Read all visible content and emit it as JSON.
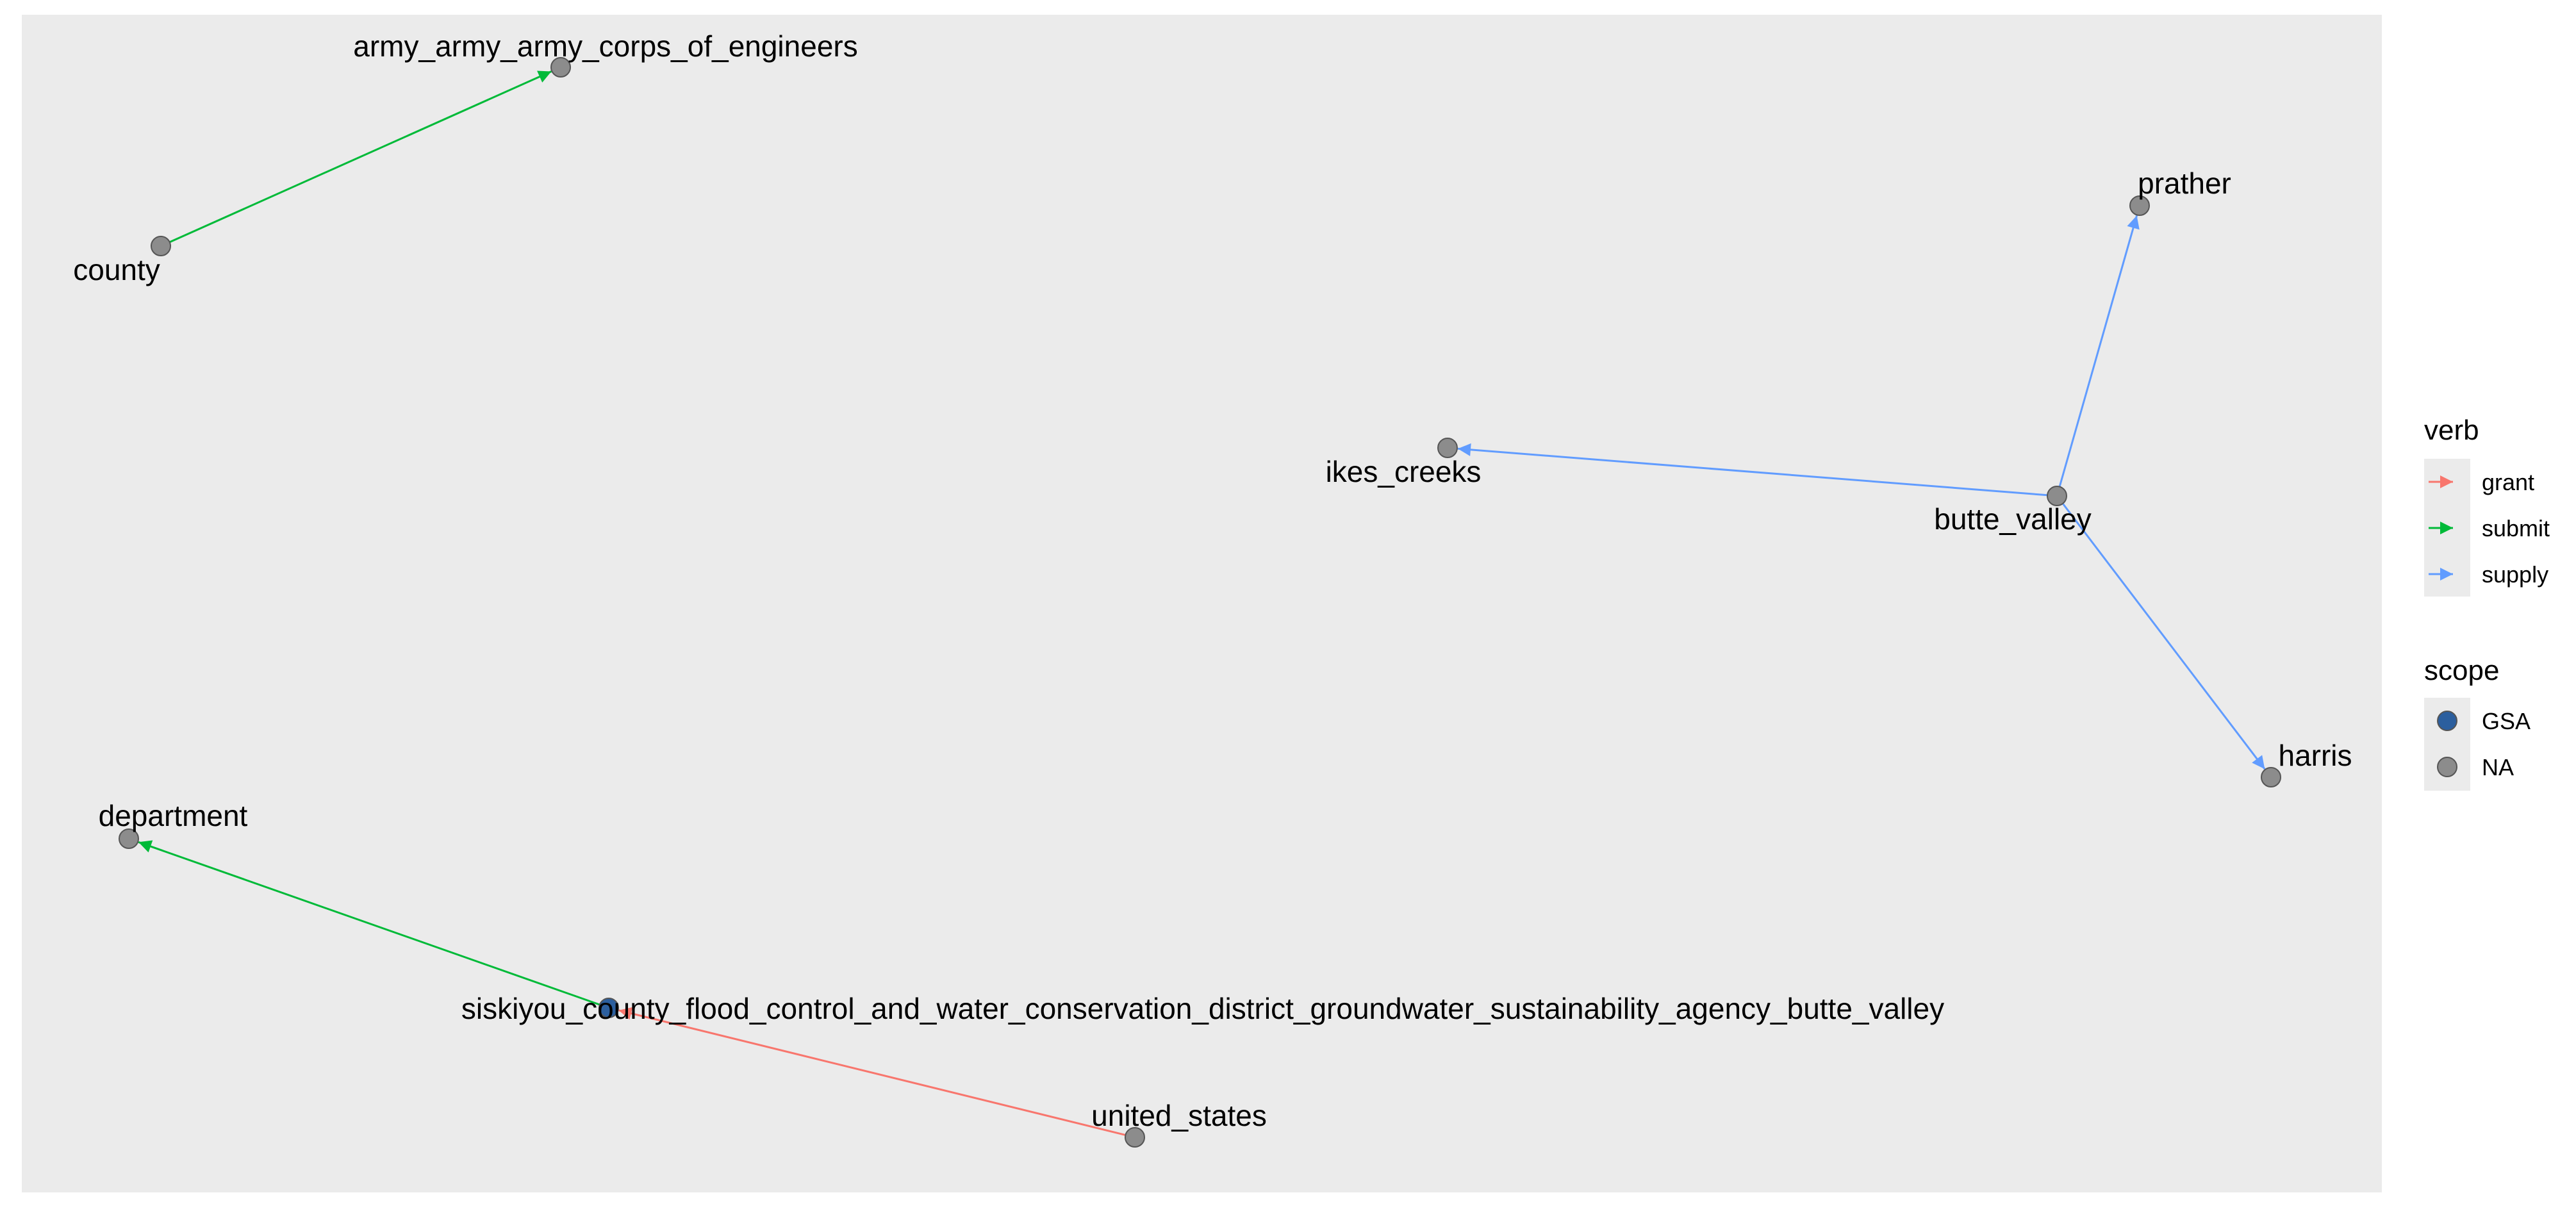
{
  "nodes": [
    {
      "id": "army_army_army_corps_of_engineers",
      "label": "army_army_army_corps_of_engineers",
      "scope": "NA"
    },
    {
      "id": "county",
      "label": "county",
      "scope": "NA"
    },
    {
      "id": "prather",
      "label": "prather",
      "scope": "NA"
    },
    {
      "id": "ikes_creeks",
      "label": "ikes_creeks",
      "scope": "NA"
    },
    {
      "id": "butte_valley",
      "label": "butte_valley",
      "scope": "NA"
    },
    {
      "id": "harris",
      "label": "harris",
      "scope": "NA"
    },
    {
      "id": "department",
      "label": "department",
      "scope": "NA"
    },
    {
      "id": "siskiyou",
      "label": "siskiyou_county_flood_control_and_water_conservation_district_groundwater_sustainability_agency_butte_valley",
      "scope": "GSA"
    },
    {
      "id": "united_states",
      "label": "united_states",
      "scope": "NA"
    }
  ],
  "edges": [
    {
      "from": "county",
      "to": "army_army_army_corps_of_engineers",
      "verb": "submit"
    },
    {
      "from": "butte_valley",
      "to": "prather",
      "verb": "supply"
    },
    {
      "from": "butte_valley",
      "to": "ikes_creeks",
      "verb": "supply"
    },
    {
      "from": "butte_valley",
      "to": "harris",
      "verb": "supply"
    },
    {
      "from": "siskiyou",
      "to": "department",
      "verb": "submit"
    },
    {
      "from": "united_states",
      "to": "siskiyou",
      "verb": "grant"
    }
  ],
  "legend": {
    "verb": {
      "title": "verb",
      "items": [
        {
          "label": "grant",
          "color": "#f8766d"
        },
        {
          "label": "submit",
          "color": "#00ba38"
        },
        {
          "label": "supply",
          "color": "#619cff"
        }
      ]
    },
    "scope": {
      "title": "scope",
      "items": [
        {
          "label": "GSA",
          "color": "#2c5f9e"
        },
        {
          "label": "NA",
          "color": "#8c8c8c"
        }
      ]
    }
  },
  "colors": {
    "panel_background": "#ebebeb",
    "node_NA": "#8c8c8c",
    "node_GSA": "#2c5f9e"
  }
}
